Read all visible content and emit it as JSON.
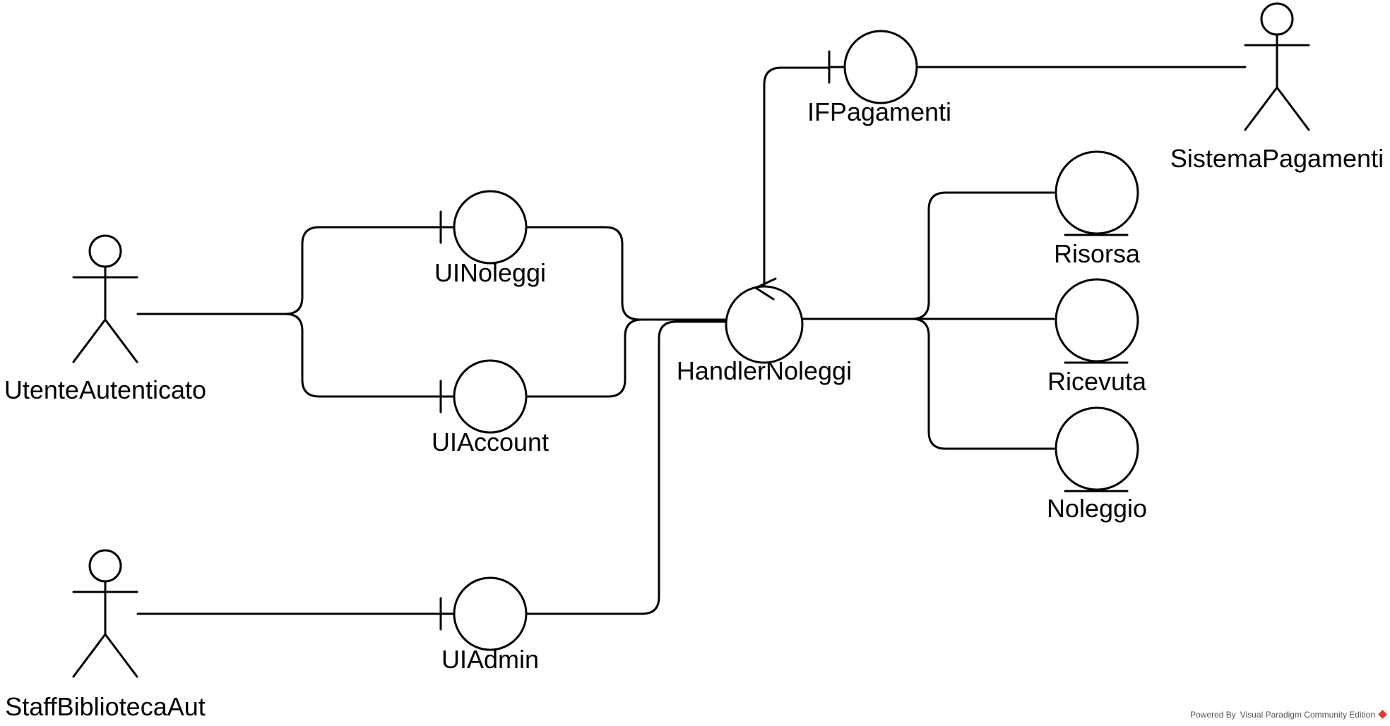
{
  "diagram": {
    "actors": [
      {
        "id": "utente",
        "name": "UtenteAutenticato"
      },
      {
        "id": "staff",
        "name": "StaffBibliotecaAut"
      },
      {
        "id": "sistema",
        "name": "SistemaPagamenti"
      }
    ],
    "boundaries": [
      {
        "id": "uinoleggi",
        "name": "UINoleggi"
      },
      {
        "id": "uiaccount",
        "name": "UIAccount"
      },
      {
        "id": "uiadmin",
        "name": "UIAdmin"
      },
      {
        "id": "ifpagamenti",
        "name": "IFPagamenti"
      }
    ],
    "controls": [
      {
        "id": "handler",
        "name": "HandlerNoleggi"
      }
    ],
    "entities": [
      {
        "id": "risorsa",
        "name": "Risorsa"
      },
      {
        "id": "ricevuta",
        "name": "Ricevuta"
      },
      {
        "id": "noleggio",
        "name": "Noleggio"
      }
    ],
    "links": [
      [
        "utente",
        "uinoleggi"
      ],
      [
        "utente",
        "uiaccount"
      ],
      [
        "staff",
        "uiadmin"
      ],
      [
        "uinoleggi",
        "handler"
      ],
      [
        "uiaccount",
        "handler"
      ],
      [
        "uiadmin",
        "handler"
      ],
      [
        "handler",
        "ifpagamenti"
      ],
      [
        "ifpagamenti",
        "sistema"
      ],
      [
        "handler",
        "risorsa"
      ],
      [
        "handler",
        "ricevuta"
      ],
      [
        "handler",
        "noleggio"
      ]
    ]
  },
  "footer": {
    "watermark": "Powered By Visual Paradigm Community Edition"
  },
  "colors": {
    "stroke": "#000000",
    "background": "#ffffff",
    "watermark_logo": "#e03a3a"
  }
}
